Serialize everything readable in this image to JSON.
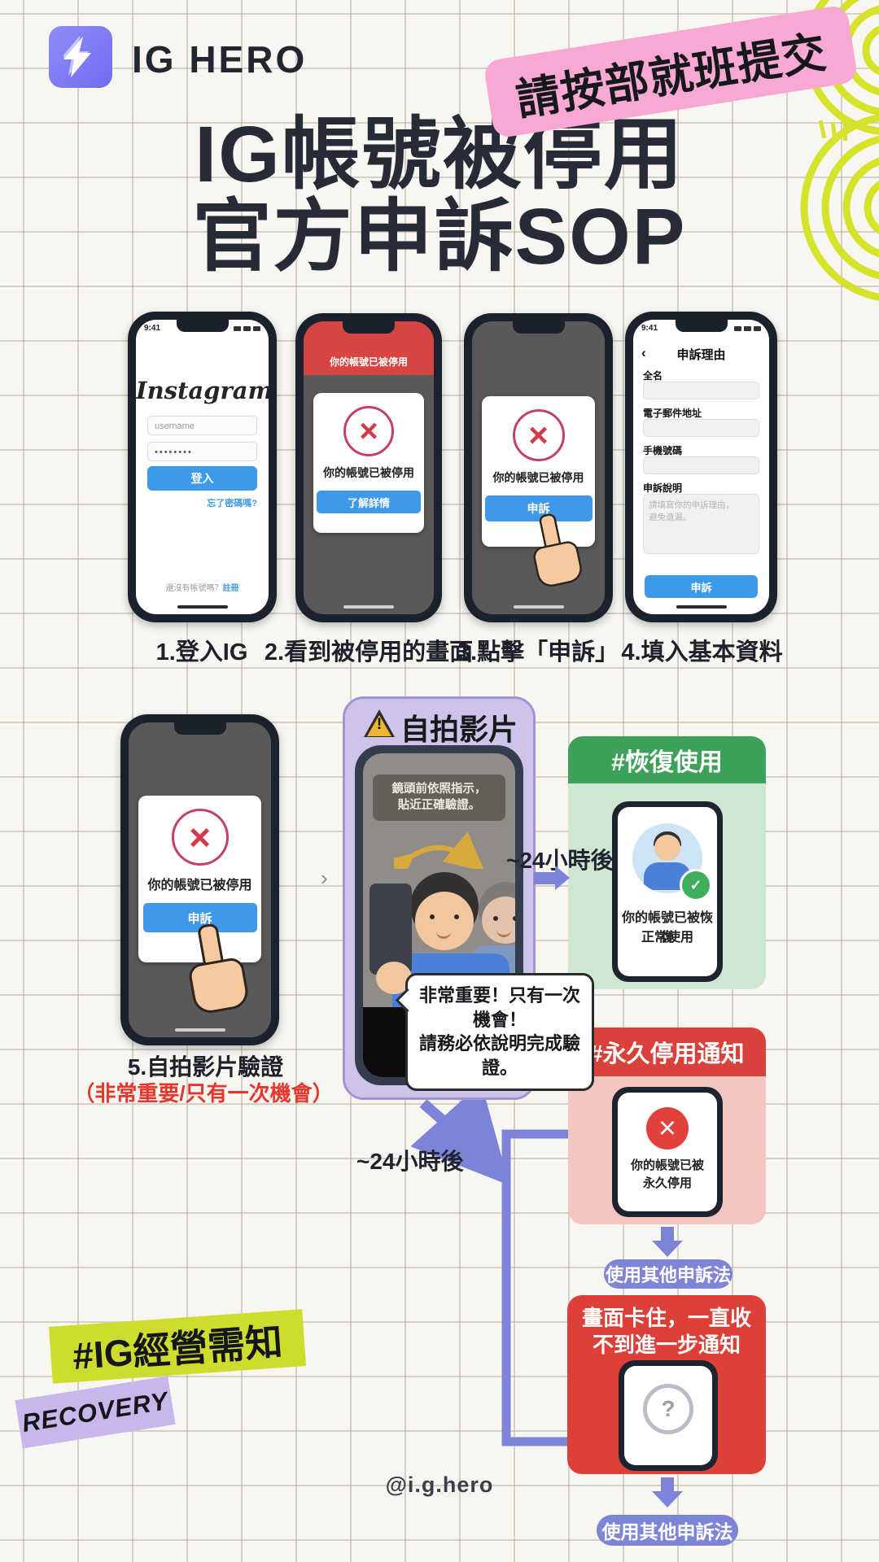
{
  "brand": {
    "logo_text": "IG HERO"
  },
  "badge": {
    "text": "請按部就班提交"
  },
  "title": {
    "line1": "IG帳號被停用",
    "line2": "官方申訴SOP"
  },
  "steps_row1": {
    "captions": [
      "1.登入IG",
      "2.看到被停用的畫面",
      "3.點擊「申訴」",
      "4.填入基本資料"
    ]
  },
  "phone_login": {
    "time": "9:41",
    "logo": "Instagram",
    "username_placeholder": "username",
    "password_value": "••••••••",
    "login_button": "登入",
    "forgot_link": "忘了密碼嗎?",
    "signup_hint": "還沒有帳號嗎？",
    "signup_link": "註冊"
  },
  "phone_banner": {
    "banner": "你的帳號已被停用",
    "card_title": "你的帳號已被停用",
    "button": "了解詳情",
    "x_mark": "×"
  },
  "phone_appeal": {
    "card_title": "你的帳號已被停用",
    "button": "申訴",
    "x_mark": "×"
  },
  "phone_form": {
    "time": "9:41",
    "back": "‹",
    "header": "申訴理由",
    "fields": [
      {
        "label": "全名"
      },
      {
        "label": "電子郵件地址"
      },
      {
        "label": "手機號碼"
      }
    ],
    "textarea_label": "申訴說明",
    "textarea_placeholder_line1": "請填寫你的申訴理由，",
    "textarea_placeholder_line2": "避免遺漏。",
    "submit": "申訴"
  },
  "step5": {
    "caption": "5.自拍影片驗證",
    "warning": "（非常重要/只有一次機會）",
    "card_title": "你的帳號已被停用",
    "button": "申訴",
    "x_mark": "×"
  },
  "selfie": {
    "header": "自拍影片",
    "warning_mark": "!",
    "instruction_line1": "鏡頭前依照指示，",
    "instruction_line2": "貼近正確驗證。",
    "bubble_line1": "非常重要！只有一次機會！",
    "bubble_line2": "請務必依說明完成驗證。"
  },
  "flow": {
    "wait1": "~24小時後",
    "wait2": "~24小時後",
    "chevron": "›"
  },
  "recovered": {
    "header": "#恢復使用",
    "check_mark": "✓",
    "line1": "你的帳號已被恢復",
    "line2": "正常使用"
  },
  "suspended": {
    "header": "#永久停用通知",
    "x_mark": "×",
    "line1": "你的帳號已被",
    "line2": "永久停用",
    "pill": "使用其他申訴法"
  },
  "stuck": {
    "line1": "畫面卡住，一直收",
    "line2": "不到進一步通知",
    "question_mark": "?",
    "pill": "使用其他申訴法"
  },
  "footer": {
    "hashtag": "#IG經營需知",
    "recovery": "RECOVERY",
    "handle": "@i.g.hero"
  },
  "colors": {
    "accent_purple": "#7f85d6",
    "badge_pink": "#f8a9d3",
    "neon_yellow": "#d5e32b",
    "green_header": "#3da15a",
    "green_body": "#cfe7d0",
    "red_header": "#d9423c",
    "red_body": "#f3c6c1",
    "blue_button": "#3e9ae8",
    "selfie_card": "#cec3e8",
    "title_ink": "#272b37"
  }
}
